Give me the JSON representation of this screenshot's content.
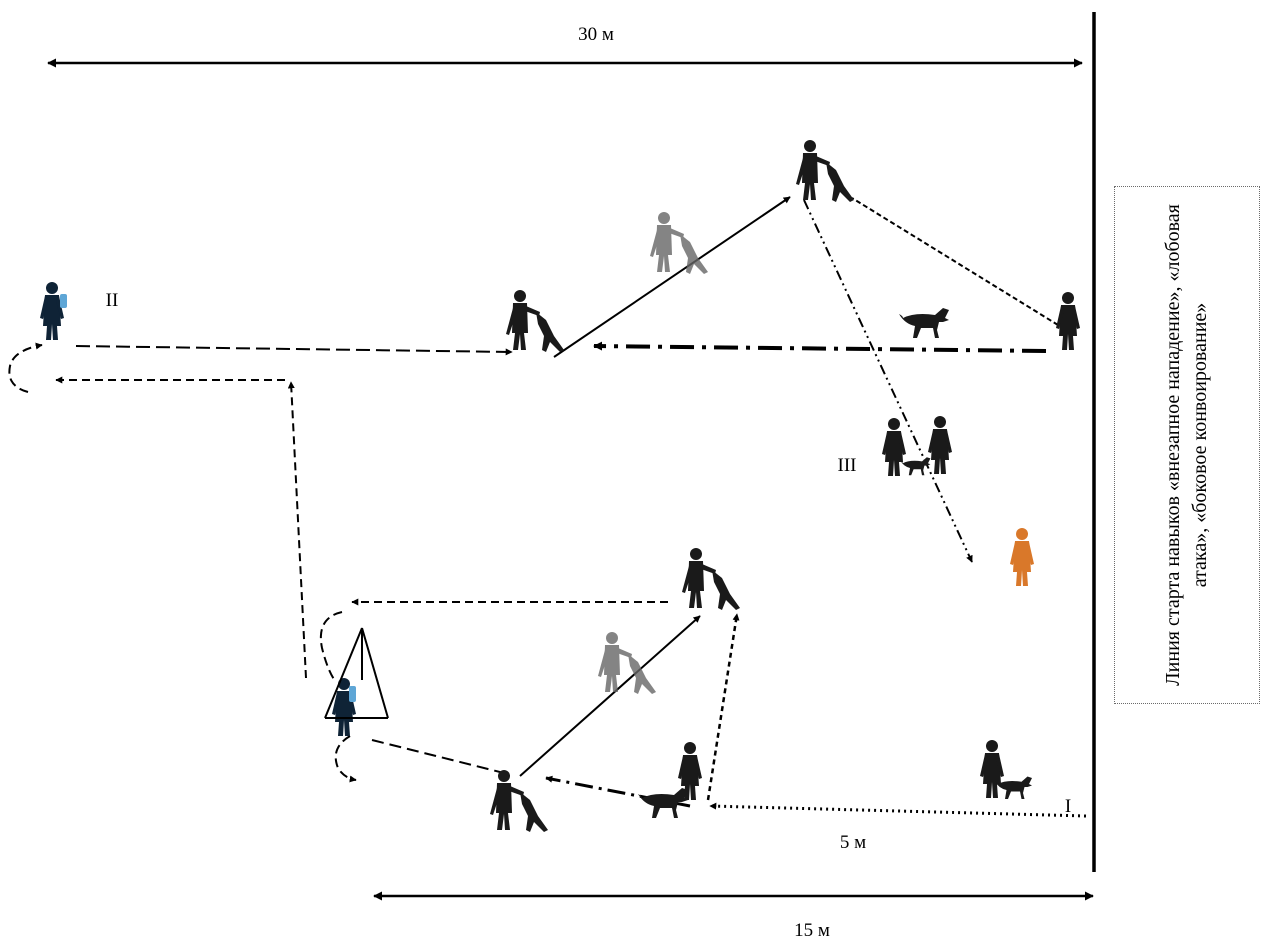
{
  "labels": {
    "distance_top": "30 м",
    "distance_bottom": "15 м",
    "distance_short": "5 м",
    "stage_1": "I",
    "stage_2": "II",
    "stage_3": "III"
  },
  "side_note": "Линия старта навыков «внезапное нападение», «лобовая атака», «боковое конвоирование»",
  "colors": {
    "lines": "#000000",
    "figures": "#1a1a1a",
    "decoy_blue": "#0f2336",
    "bag_blue": "#5ea6d6",
    "orange_figure": "#d9782a"
  }
}
